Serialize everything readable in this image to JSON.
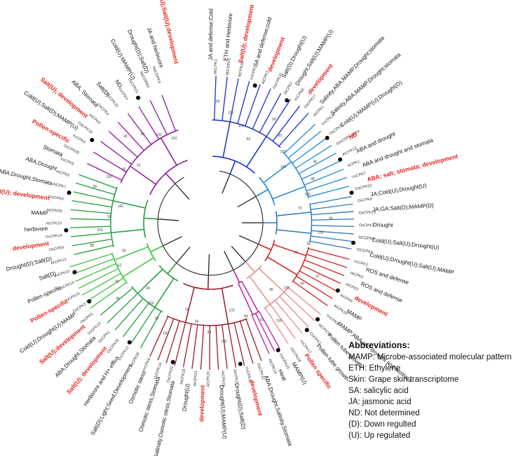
{
  "legend": {
    "title": "Abbreviations:",
    "items": [
      "MAMP: Microbe-associated molecular pattern",
      "ETH: Ethylene",
      "Skin: Grape skin transcriptome",
      "SA: salicylic  acid",
      "JA: jasmonic  acid",
      "ND: Not determined",
      "(D): Down regulted",
      "(U): Up regulated"
    ]
  },
  "colors": {
    "purple": "#8b1a9b",
    "dark_blue": "#1a2fc9",
    "light_blue": "#1e88d6",
    "steel_blue": "#2b78b8",
    "green": "#1e9e3a",
    "light_green": "#3cc23c",
    "red": "#d21f1f",
    "dark_red": "#9b1b2a",
    "magenta": "#c21d9b",
    "pink": "#e88a8a",
    "black": "#111111",
    "highlight_red": "#e8201b"
  },
  "clade_labels": [
    {
      "text": "Drought(U);Salt(U);development",
      "color": "highlight_red"
    },
    {
      "text": "JA and herbivore",
      "color": "black"
    },
    {
      "text": "Drought(D);Salt(D)",
      "color": "black"
    },
    {
      "text": "Cold(U);MAMP(U)",
      "color": "black"
    },
    {
      "text": "ND",
      "color": "black"
    },
    {
      "text": "Salt(D)",
      "color": "black"
    },
    {
      "text": "ABA, Stomata",
      "color": "black"
    },
    {
      "text": "Salt(U); development",
      "color": "highlight_red"
    },
    {
      "text": "Cold(U);Salt(D);MAMP(U)",
      "color": "black"
    },
    {
      "text": "Pollen-specific",
      "color": "highlight_red"
    },
    {
      "text": "Stomata",
      "color": "black"
    },
    {
      "text": "ABA,Drought",
      "color": "black"
    },
    {
      "text": "ABA,Drought,Stomata",
      "color": "black"
    },
    {
      "text": "Salt(U); development",
      "color": "highlight_red"
    },
    {
      "text": "MAMP",
      "color": "black"
    },
    {
      "text": "herbivore",
      "color": "black"
    },
    {
      "text": "development",
      "color": "highlight_red"
    },
    {
      "text": "Drought(D);Salt(D)",
      "color": "black"
    },
    {
      "text": "Salt(D)",
      "color": "black"
    },
    {
      "text": "Pollen-specific",
      "color": "black"
    },
    {
      "text": "Pollen-specific",
      "color": "highlight_red"
    },
    {
      "text": "Cold(U);Drought(U);MAMP",
      "color": "black"
    },
    {
      "text": "Salt(U);development",
      "color": "highlight_red"
    },
    {
      "text": "ABA,Drought,Stomata",
      "color": "black"
    },
    {
      "text": "Salt(U); development",
      "color": "highlight_red"
    },
    {
      "text": "Herbivore and H+ efflux",
      "color": "black"
    },
    {
      "text": "Salt(D);Light;Seed;Development",
      "color": "black"
    },
    {
      "text": "Osmotic stess",
      "color": "black"
    },
    {
      "text": "Osmotic stess,Stomata",
      "color": "black"
    },
    {
      "text": "Salinaty,Osmotic stess,Stomata",
      "color": "black"
    },
    {
      "text": "Drought(U)",
      "color": "black"
    },
    {
      "text": "development",
      "color": "highlight_red"
    },
    {
      "text": "Drought(U);MAMP(U)",
      "color": "black"
    },
    {
      "text": "Drought(D);Salt(D)",
      "color": "black"
    },
    {
      "text": "development",
      "color": "highlight_red"
    },
    {
      "text": "ABA,Drought,Salinity,Stomata",
      "color": "black"
    },
    {
      "text": "Heat",
      "color": "black"
    },
    {
      "text": "MAMP(U)",
      "color": "black"
    },
    {
      "text": "Pollen specific",
      "color": "highlight_red"
    },
    {
      "text": "Pollen tube growth",
      "color": "black"
    },
    {
      "text": "Pollen tube growth",
      "color": "black"
    },
    {
      "text": "MAMP;ABA and drought and stomata",
      "color": "black"
    },
    {
      "text": "MAMP",
      "color": "black"
    },
    {
      "text": "development",
      "color": "highlight_red"
    },
    {
      "text": "ROS and defense",
      "color": "black"
    },
    {
      "text": "ROS and defense",
      "color": "black"
    },
    {
      "text": "Cold(U);Drought(U);Salt(U);MAMP",
      "color": "black"
    },
    {
      "text": "Cold(U);Salt(U);Drought(U)",
      "color": "black"
    },
    {
      "text": "Drought",
      "color": "black"
    },
    {
      "text": "JA;GA;Salt(D);MAMP(D)",
      "color": "black"
    },
    {
      "text": "JA;Cold(U);Drought(U)",
      "color": "black"
    },
    {
      "text": "ABA; salt; stomata; development",
      "color": "highlight_red"
    },
    {
      "text": "ABA and drought and stomata",
      "color": "black"
    },
    {
      "text": "ABA and drought",
      "color": "black"
    },
    {
      "text": "ND",
      "color": "highlight_red"
    },
    {
      "text": "Cold(U);MAMP(U);Drought(D)",
      "color": "black"
    },
    {
      "text": "Salinity,ABA,MAMP,Drought;stomata",
      "color": "black"
    },
    {
      "text": "Salinity,ABA,MAMP,Drought;stomata",
      "color": "black"
    },
    {
      "text": "development",
      "color": "highlight_red"
    },
    {
      "text": "Drought;Salt(U);MAMP(U)",
      "color": "black"
    },
    {
      "text": "Salt(D);Drought(U)",
      "color": "black"
    },
    {
      "text": "development",
      "color": "highlight_red"
    },
    {
      "text": "SA and defense;cold",
      "color": "black"
    },
    {
      "text": "Salt(U); development",
      "color": "highlight_red"
    },
    {
      "text": "ETH and Herbivore",
      "color": "black"
    },
    {
      "text": "JA and defense;Cold",
      "color": "black"
    }
  ],
  "gene_ids": [
    "NaCDPK4",
    "NaCDPK5",
    "OsCPK21",
    "VvCPK3",
    "OsCPK16",
    "OsCPK4",
    "AtCPK9",
    "OsCPK19",
    "VvCPK4",
    "OsCPK20",
    "VvCPK5",
    "AtCPK6",
    "AtCPK7",
    "OsCPK8",
    "AtCPK30",
    "AtCPK10",
    "VvCPK14",
    "OsCPK9",
    "AtCPK13",
    "VvCPK10",
    "OsCPK14",
    "VvCPK15",
    "OsCPK3",
    "OsCPK5",
    "VvCPK13",
    "OsCPK1",
    "OsCPK25",
    "VvCPK12",
    "AtCPK28",
    "VvCPK6",
    "OsCPK18",
    "OsCPK22",
    "AtCPK18",
    "AtCPK21",
    "AtCPK22",
    "AtCPK23",
    "AtCPK31",
    "VvCPK11",
    "OsCPK12",
    "AtCPK14",
    "OsCPK15",
    "OsCPK26",
    "AtCPK17",
    "OsCPK2",
    "AtCPK34",
    "VvCPK9",
    "AtCPK16",
    "AtCPK8",
    "AtCPK5",
    "AtCPK6",
    "VvCPK2",
    "StCDPK4",
    "StCDPK5",
    "OsCPK7",
    "OsCPK13",
    "OsCPK6",
    "OsCPK23",
    "VvCPK7",
    "ACPK1",
    "AtCPK12",
    "GmCDPKalpha",
    "OsCPK11",
    "VvCPK16",
    "AtCPK1",
    "OsCPK17",
    "VvCPK8",
    "AtCPK2",
    "OsCPK10",
    "AtCPK3",
    "VvCPK1",
    "AtCPK29",
    "MtCDPK1",
    "McCPK1"
  ],
  "bootstrap_values": [
    "100",
    "100",
    "99",
    "93",
    "53",
    "95",
    "100",
    "99",
    "100",
    "56",
    "100",
    "88",
    "99",
    "63",
    "99",
    "98",
    "94",
    "100",
    "98",
    "100",
    "56",
    "96",
    "99",
    "100",
    "100",
    "84",
    "92",
    "100",
    "98",
    "100",
    "99",
    "97",
    "93",
    "95",
    "100",
    "99",
    "61",
    "100",
    "98",
    "98",
    "100",
    "100",
    "85",
    "99",
    "82",
    "100",
    "100",
    "99"
  ]
}
